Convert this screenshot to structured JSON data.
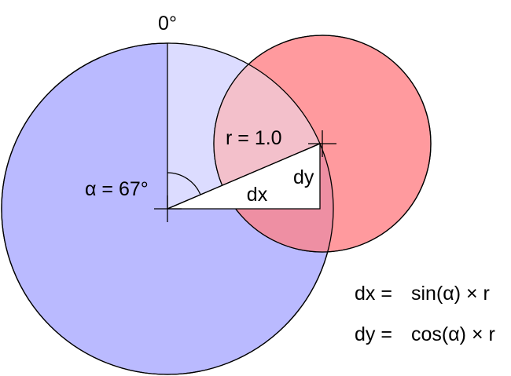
{
  "labels": {
    "zero_degrees": "0°",
    "radius": "r = 1.0",
    "angle": "α = 67°",
    "dx": "dx",
    "dy": "dy"
  },
  "formulas": [
    {
      "lhs": "dx =",
      "rhs": "sin(α) × r"
    },
    {
      "lhs": "dy =",
      "rhs": "cos(α) × r"
    }
  ],
  "colors": {
    "big_circle_fill": "#babaff",
    "sector_fill": "#dcdcff",
    "red_circle_fill": "#ff9a9e",
    "overlap_light": "#f3c0cb",
    "overlap_dark": "#ee8fa3",
    "triangle_fill": "#ffffff",
    "stroke": "#000000"
  }
}
